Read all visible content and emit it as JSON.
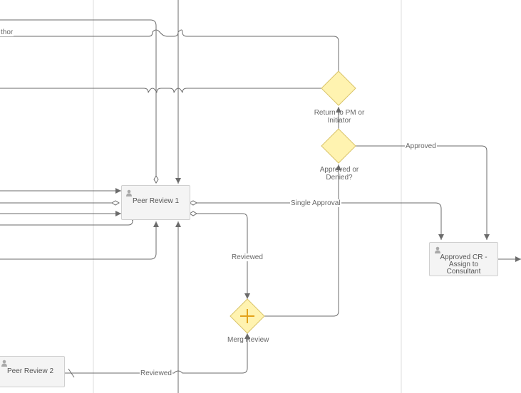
{
  "colors": {
    "line": "#6b6b6b",
    "lane": "#dddddd",
    "gateway_fill": "#fff3b0",
    "gateway_stroke": "#d9c46a",
    "plus": "#e3a21a",
    "task_fill": "#f4f4f4",
    "task_stroke": "#cfcfcf",
    "icon": "#a9a9a9"
  },
  "tasks": {
    "peer_review_1": "Peer Review 1",
    "peer_review_2": "Peer Review 2",
    "approved_cr": "Approved CR - Assign to Consultant"
  },
  "gateways": {
    "return": "Return to PM or Initiator",
    "approved_denied": "Approved or Denied?",
    "merg_review": "Merg Review"
  },
  "flows": {
    "author_cut": "thor",
    "approved": "Approved",
    "single_approval": "Single Approval",
    "reviewed_1": "Reviewed",
    "reviewed_2": "Reviewed"
  }
}
